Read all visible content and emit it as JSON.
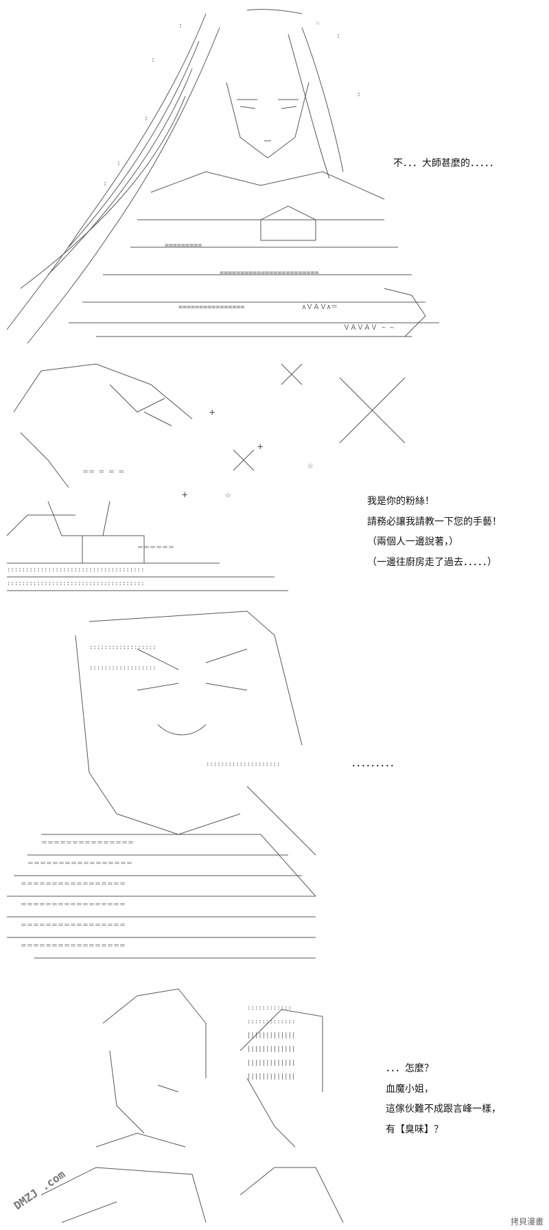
{
  "panels": [
    {
      "id": "panel-1",
      "captions": [
        "不．．．大師甚麼的．．．．．"
      ]
    },
    {
      "id": "panel-2",
      "captions": [
        "我是你的粉絲！",
        "請務必讓我請教一下您的手藝！",
        "（兩個人一邊說著，）",
        "（一邊往廚房走了過去．．．．．）"
      ]
    },
    {
      "id": "panel-3",
      "captions": [
        "．．．．．．．．．"
      ]
    },
    {
      "id": "panel-4",
      "captions": [
        "．．．怎麼？",
        "血魔小姐，",
        "這傢伙難不成跟言峰一樣，",
        "有【臭味】？"
      ]
    }
  ],
  "watermark": {
    "logo_text": "DMZJ .com",
    "site_text": "拷貝漫畫"
  }
}
